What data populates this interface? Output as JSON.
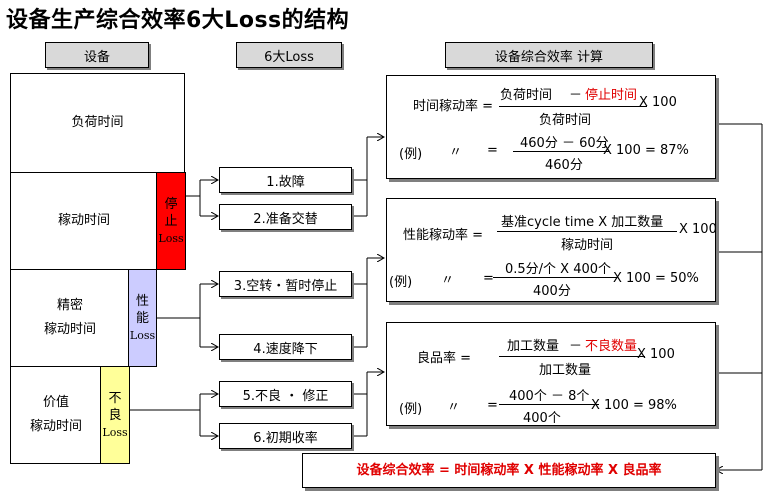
{
  "title": "设备生产综合效率6大Loss的结构",
  "headers": {
    "equipment": "设备",
    "six_loss": "6大Loss",
    "oee_calc": "设备综合效率 计算"
  },
  "time_blocks": {
    "load_time": "负荷时间",
    "operating_time": "稼动时间",
    "net_operating_1": "精密",
    "net_operating_2": "稼动时间",
    "value_operating_1": "价值",
    "value_operating_2": "稼动时间"
  },
  "loss_tags": {
    "stop": {
      "c1": "停",
      "c2": "止",
      "en": "Loss",
      "color": "#ff0000"
    },
    "performance": {
      "c1": "性",
      "c2": "能",
      "en": "Loss",
      "color": "#ccccff"
    },
    "defect": {
      "c1": "不",
      "c2": "良",
      "en": "Loss",
      "color": "#ffff99"
    }
  },
  "losses": [
    "1.故障",
    "2.准备交替",
    "3.空转・暂时停止",
    "4.速度降下",
    "5.不良 ・ 修正",
    "6.初期收率"
  ],
  "availability": {
    "label": "时间稼动率 =",
    "num_a": "负荷时间",
    "minus": "－",
    "num_b": "停止时间",
    "den": "负荷时间",
    "times": "X 100",
    "ex_label": "(例)",
    "ex_ditto": "〃",
    "ex_eq": "=",
    "ex_num": "460分 － 60分",
    "ex_den": "460分",
    "ex_result": "X 100 = 87%"
  },
  "performance": {
    "label": "性能稼动率 =",
    "num": "基准cycle time X 加工数量",
    "den": "稼动时间",
    "times": "X 100",
    "ex_label": "(例)",
    "ex_ditto": "〃",
    "ex_eq": "=",
    "ex_num": "0.5分/个 X 400个",
    "ex_den": "400分",
    "ex_result": "X 100 = 50%"
  },
  "quality": {
    "label": "良品率 =",
    "num_a": "加工数量",
    "minus": "－",
    "num_b": "不良数量",
    "den": "加工数量",
    "times": "X 100",
    "ex_label": "(例)",
    "ex_ditto": "〃",
    "ex_eq": "=",
    "ex_num": "400个 － 8个",
    "ex_den": "400个",
    "ex_result": "X 100 = 98%"
  },
  "oee_formula": "设备综合效率 = 时间稼动率 X 性能稼动率 X 良品率",
  "colors": {
    "accent_red": "#e00000",
    "header_gray": "#d9d9d9"
  }
}
